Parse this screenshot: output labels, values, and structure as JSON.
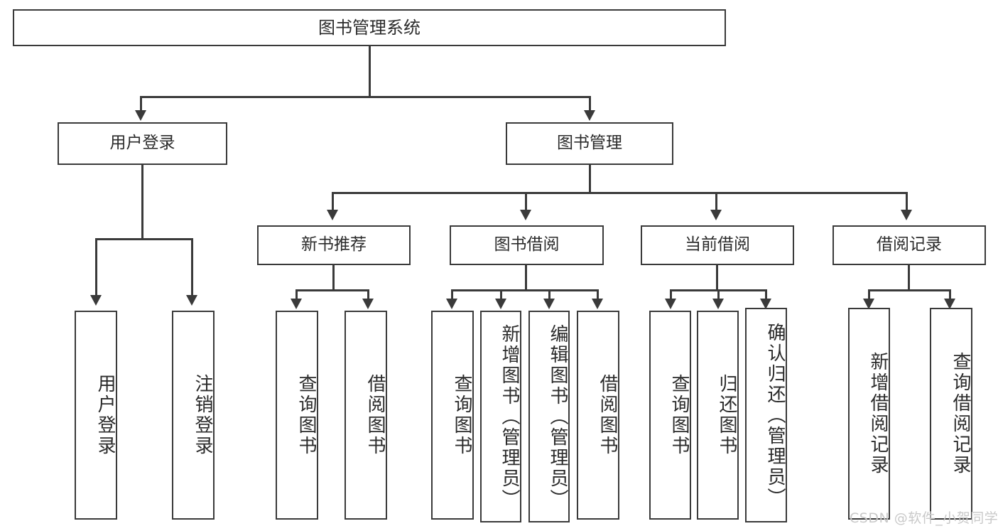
{
  "diagram": {
    "title": "图书管理系统",
    "type": "功能结构图",
    "root": {
      "label": "图书管理系统"
    },
    "level2": [
      {
        "id": "user-login",
        "label": "用户登录"
      },
      {
        "id": "book-manage",
        "label": "图书管理"
      }
    ],
    "level3": [
      {
        "id": "new-book-recommend",
        "label": "新书推荐"
      },
      {
        "id": "book-borrow",
        "label": "图书借阅"
      },
      {
        "id": "current-borrow",
        "label": "当前借阅"
      },
      {
        "id": "borrow-record",
        "label": "借阅记录"
      }
    ],
    "leaves": [
      {
        "id": "leaf-user-login",
        "label": "用户登录",
        "parent": "user-login"
      },
      {
        "id": "leaf-logout",
        "label": "注销登录",
        "parent": "user-login"
      },
      {
        "id": "leaf-query-book-1",
        "label": "查询图书",
        "parent": "new-book-recommend"
      },
      {
        "id": "leaf-borrow-book-1",
        "label": "借阅图书",
        "parent": "new-book-recommend"
      },
      {
        "id": "leaf-query-book-2",
        "label": "查询图书",
        "parent": "book-borrow"
      },
      {
        "id": "leaf-add-book",
        "label": "新增图书（管理员）",
        "parent": "book-borrow"
      },
      {
        "id": "leaf-edit-book",
        "label": "编辑图书（管理员）",
        "parent": "book-borrow"
      },
      {
        "id": "leaf-borrow-book-2",
        "label": "借阅图书",
        "parent": "book-borrow"
      },
      {
        "id": "leaf-query-book-3",
        "label": "查询图书",
        "parent": "current-borrow"
      },
      {
        "id": "leaf-return-book",
        "label": "归还图书",
        "parent": "current-borrow"
      },
      {
        "id": "leaf-confirm-return",
        "label": "确认归还（管理员）",
        "parent": "current-borrow"
      },
      {
        "id": "leaf-add-record",
        "label": "新增借阅记录",
        "parent": "borrow-record"
      },
      {
        "id": "leaf-query-record",
        "label": "查询借阅记录",
        "parent": "borrow-record"
      }
    ],
    "watermark": "CSDN @软件_小贺同学",
    "colors": {
      "stroke": "#3a3a3a",
      "text": "#2b2b2b",
      "background": "#ffffff",
      "watermark": "#c9c9c9"
    }
  }
}
